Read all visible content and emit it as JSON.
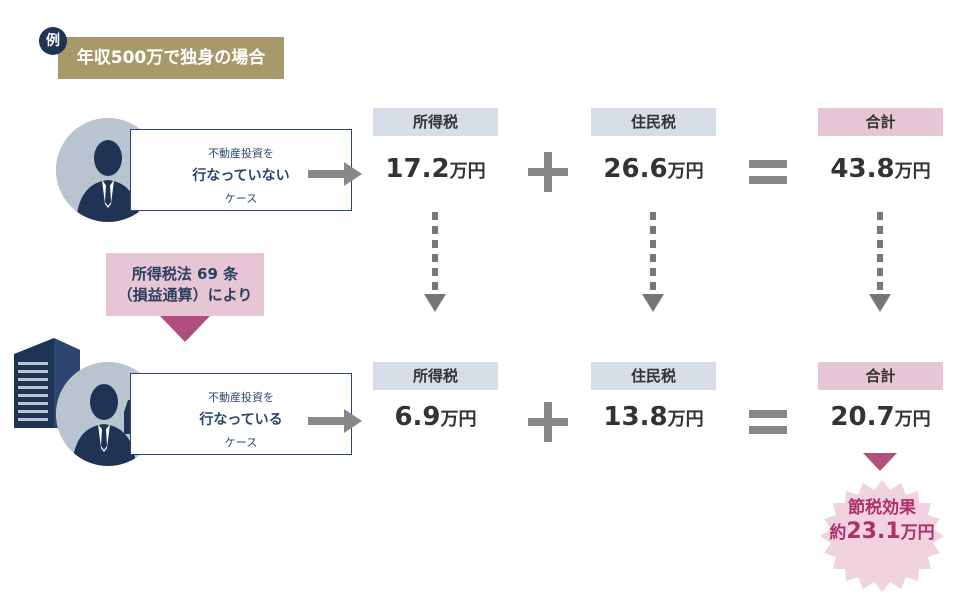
{
  "example": {
    "badge": "例",
    "case_title": "年収500万で独身の場合"
  },
  "case_without": {
    "line1": "不動産投資を",
    "line2": "行なっていない",
    "line3": "ケース"
  },
  "case_with": {
    "line1": "不動産投資を",
    "line2": "行なっている",
    "line3": "ケース"
  },
  "law": {
    "line1": "所得税法 69 条",
    "line2": "（損益通算）により"
  },
  "headers": {
    "income_tax": "所得税",
    "resident_tax": "住民税",
    "total": "合計"
  },
  "unit": "万円",
  "row_without": {
    "income_tax": "17.2",
    "resident_tax": "26.6",
    "total": "43.8"
  },
  "row_with": {
    "income_tax": "6.9",
    "resident_tax": "13.8",
    "total": "20.7"
  },
  "savings": {
    "label": "節税効果",
    "prefix": "約",
    "value": "23.1",
    "unit": "万円"
  },
  "colors": {
    "navy": "#1f3355",
    "gold": "#a8996a",
    "header_blue": "#d6dde6",
    "header_pink": "#e6c6d4",
    "accent_pink": "#b0306e",
    "operator_gray": "#888888"
  },
  "icons": [
    "person-icon",
    "thumbs-up-person-icon",
    "office-building-icon",
    "right-arrow-icon",
    "plus-icon",
    "equals-icon",
    "dotted-down-arrow-icon",
    "down-triangle-icon",
    "burst-icon"
  ]
}
